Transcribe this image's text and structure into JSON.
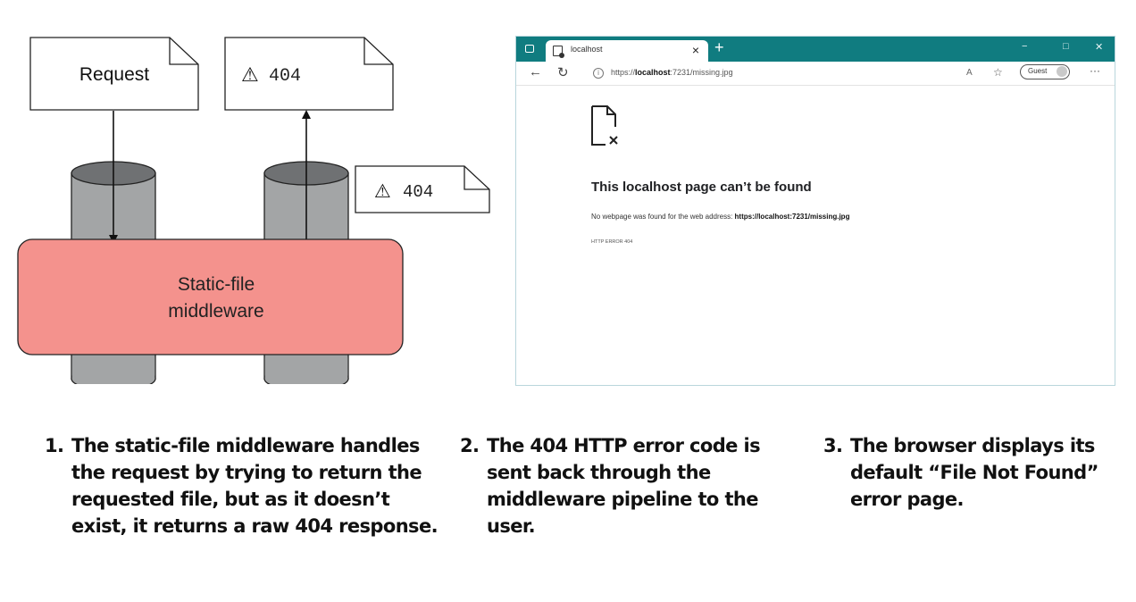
{
  "diagram": {
    "request_label": "Request",
    "response_top_label": "404",
    "response_mid_label": "404",
    "warning_glyph": "⚠",
    "middleware_line1": "Static-file",
    "middleware_line2": "middleware",
    "colors": {
      "middleware_fill": "#f4928d",
      "cylinder_body": "#a3a5a6",
      "cylinder_top": "#6f7173"
    }
  },
  "browser": {
    "tab_title": "localhost",
    "tab_close": "×",
    "new_tab": "+",
    "window_minimize": "−",
    "window_maximize": "□",
    "window_close": "✕",
    "back_glyph": "←",
    "refresh_glyph": "↻",
    "info_glyph": "i",
    "url_prefix": "https://",
    "url_host": "localhost",
    "url_rest": ":7231/missing.jpg",
    "read_aloud": "A",
    "favorites_glyph": "☆",
    "profile_label": "Guest",
    "more_glyph": "···",
    "error_title": "This localhost page can’t be found",
    "error_desc_prefix": "No webpage was found for the web address: ",
    "error_desc_url": "https://localhost:7231/missing.jpg",
    "error_code": "HTTP ERROR 404",
    "colors": {
      "titlebar": "#107c80"
    }
  },
  "captions": [
    {
      "number": "1.",
      "text": "The static-file middleware handles the request by trying to return the requested file, but as it doesn’t exist, it returns a raw 404 response."
    },
    {
      "number": "2.",
      "text": "The 404 HTTP error code is sent back through the middleware pipeline to the user."
    },
    {
      "number": "3.",
      "text": "The browser displays its default “File Not Found” error page."
    }
  ]
}
